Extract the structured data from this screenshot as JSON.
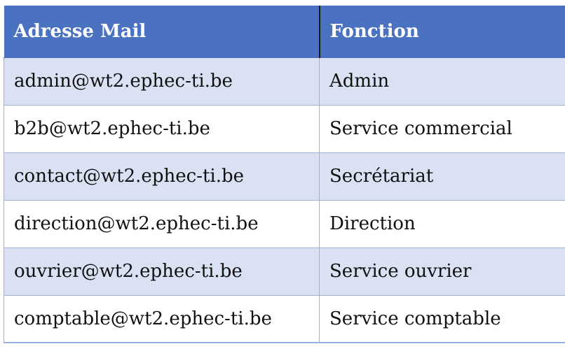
{
  "table": {
    "headers": {
      "email": "Adresse Mail",
      "function": "Fonction"
    },
    "rows": [
      {
        "email": "admin@wt2.ephec-ti.be",
        "function": "Admin"
      },
      {
        "email": "b2b@wt2.ephec-ti.be",
        "function": "Service commercial"
      },
      {
        "email": "contact@wt2.ephec-ti.be",
        "function": "Secrétariat"
      },
      {
        "email": "direction@wt2.ephec-ti.be",
        "function": "Direction"
      },
      {
        "email": "ouvrier@wt2.ephec-ti.be",
        "function": "Service ouvrier"
      },
      {
        "email": "comptable@wt2.ephec-ti.be",
        "function": "Service comptable"
      }
    ],
    "colors": {
      "header_bg": "#4a72c0",
      "header_text": "#ffffff",
      "band_row_bg": "#d9e1f2",
      "plain_row_bg": "#ffffff",
      "grid_line": "#9bb0dc"
    }
  }
}
